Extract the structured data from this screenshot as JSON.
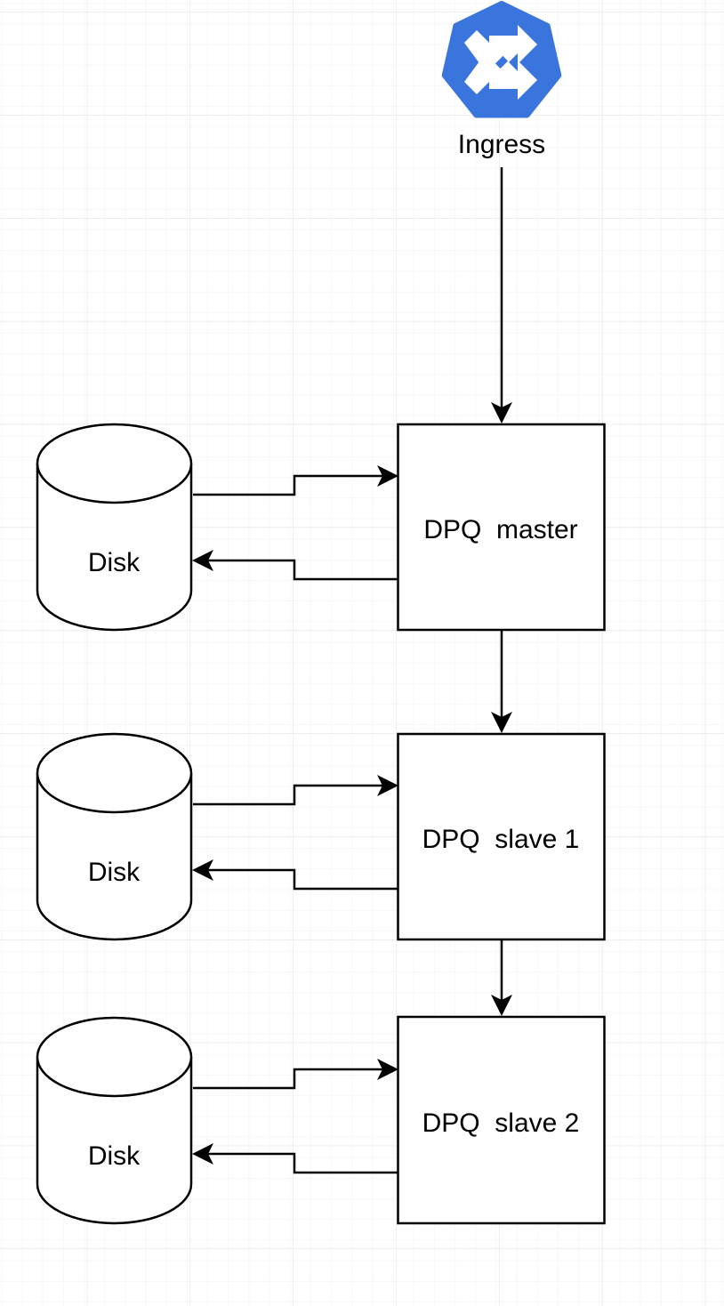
{
  "diagram": {
    "ingress": {
      "label": "Ingress",
      "icon": "kubernetes-ingress-icon",
      "icon_color": "#3a75dd"
    },
    "nodes": [
      {
        "id": "master",
        "label": "DPQ  master"
      },
      {
        "id": "slave1",
        "label": "DPQ  slave 1"
      },
      {
        "id": "slave2",
        "label": "DPQ  slave 2"
      }
    ],
    "disks": [
      {
        "label": "Disk"
      },
      {
        "label": "Disk"
      },
      {
        "label": "Disk"
      }
    ],
    "grid": true,
    "grid_color": "#e6e6e6"
  }
}
